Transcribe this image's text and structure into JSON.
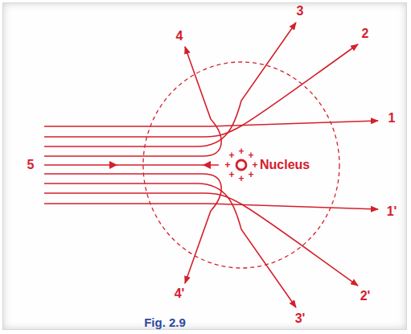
{
  "diagram": {
    "caption": "Fig. 2.9",
    "labels": [
      "1",
      "2",
      "3",
      "4",
      "5",
      "Nucleus",
      "1'",
      "2'",
      "3'",
      "4'",
      "+",
      "+",
      "+",
      "+",
      "+",
      "+",
      "+",
      "+"
    ]
  }
}
